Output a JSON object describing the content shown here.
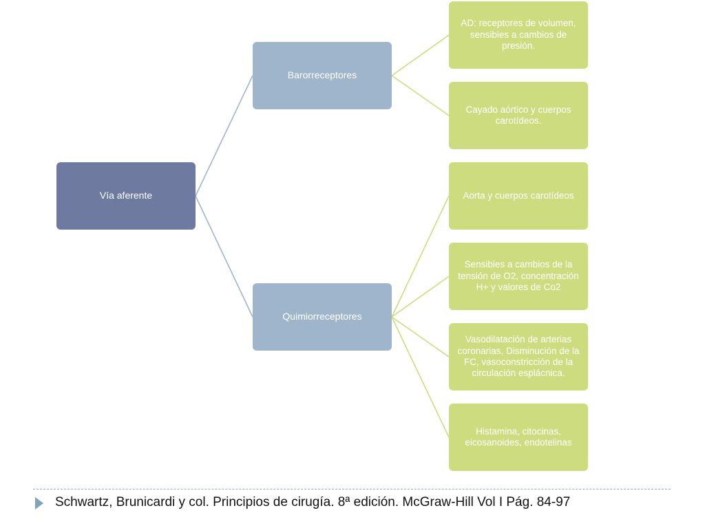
{
  "diagram": {
    "root": {
      "label": "Vía aferente"
    },
    "branches": [
      {
        "label": "Barorreceptores",
        "children": [
          "AD: receptores de volumen, sensibles a cambios de presión.",
          "Cayado aórtico y cuerpos carotídeos."
        ]
      },
      {
        "label": "Quimiorreceptores",
        "children": [
          "Aorta y cuerpos carotídeos",
          "Sensibles a cambios de la tensión de O2, concentración H+ y valores de Co2",
          "Vasodilatación de arterias coronarias, Disminución de la FC, vasoconstricción de la circulación esplácnica.",
          "Histamina, citocinas, eicosanoides, endotelinas"
        ]
      }
    ]
  },
  "footer": {
    "citation": "Schwartz, Brunicardi  y col.  Principios de cirugía.  8ª edición.  McGraw-Hill Vol I Pág. 84-97"
  },
  "colors": {
    "root": "#6e7aa0",
    "branch": "#9fb5cb",
    "leaf": "#cddc7e",
    "branch_connector": "#9fb5cb",
    "leaf_connector": "#cddc7e"
  }
}
